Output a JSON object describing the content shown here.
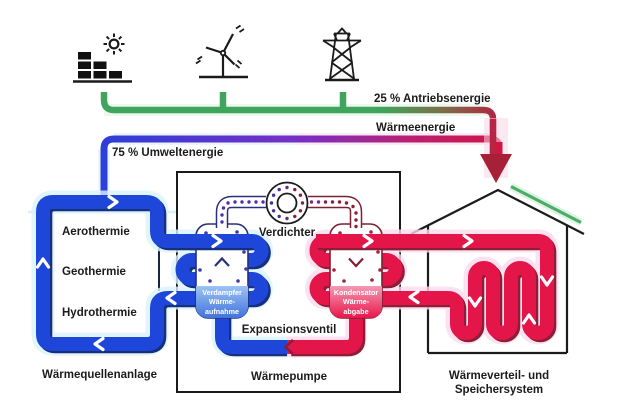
{
  "flows": {
    "drive_label": "25 % Antriebsenergie",
    "heat_label": "Wärmeenergie",
    "environment_label": "75 % Umweltenergie"
  },
  "source_system": {
    "items": [
      "Aerothermie",
      "Geothermie",
      "Hydrothermie"
    ],
    "caption": "Wärmequellenanlage"
  },
  "heat_pump": {
    "caption": "Wärmepumpe",
    "compressor_label": "Verdichter",
    "expansion_label": "Expansionsventil",
    "evaporator": {
      "line1": "Verdampfer",
      "line2": "Wärme-",
      "line3": "aufnahme"
    },
    "condenser": {
      "line1": "Kondensator",
      "line2": "Wärme-",
      "line3": "abgabe"
    }
  },
  "distribution_system": {
    "caption_line1": "Wärmeverteil- und",
    "caption_line2": "Speichersystem"
  },
  "colors": {
    "pipe_blue": "#1e46d8",
    "pipe_blue_dark": "#16307b",
    "glow_blue": "#d9f2fc",
    "pipe_red": "#e31549",
    "pipe_red_dark": "#8c1e37",
    "glow_pink": "#fbd9ec",
    "line_green": "#3fa55c",
    "glow_green": "#ddf1e0",
    "arrow_red": "#a62138",
    "ink": "#1b1b1b",
    "evap_top": "#9cc3f2",
    "evap_bottom": "#4173dd",
    "cond_top": "#f29ab4",
    "cond_bottom": "#e9174a"
  }
}
